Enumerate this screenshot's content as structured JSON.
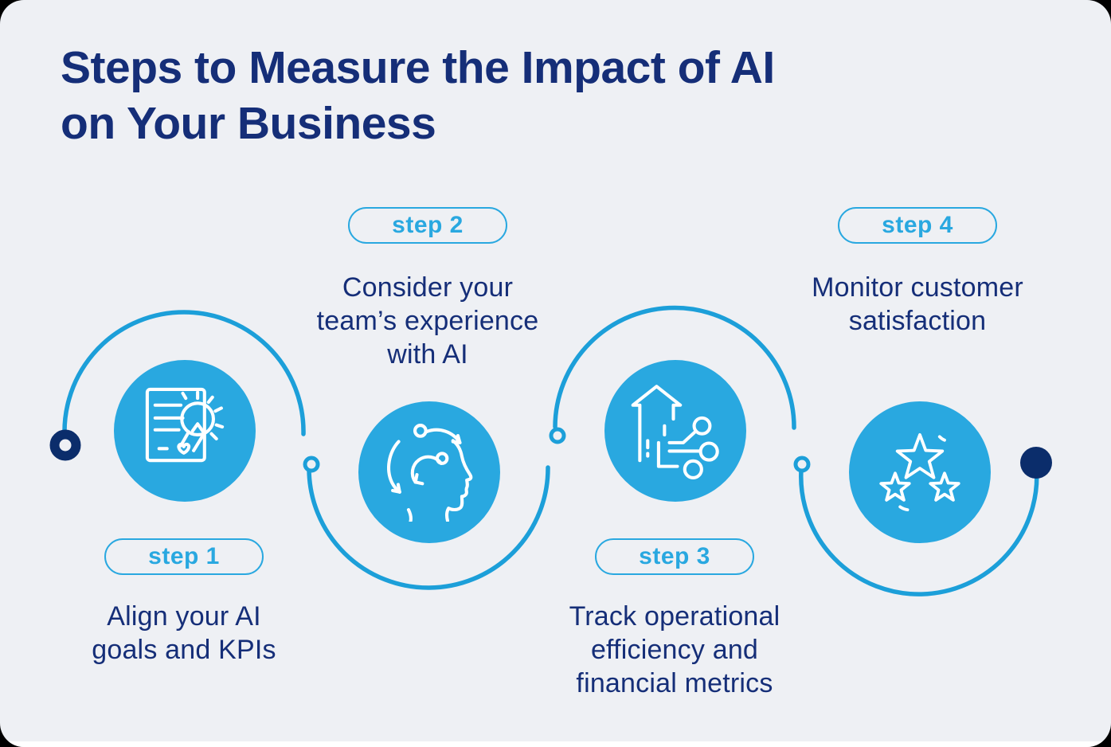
{
  "title": "Steps to Measure the Impact of AI\non Your Business",
  "steps": [
    {
      "badge": "step 1",
      "description": "Align your AI\ngoals and KPIs",
      "icon": "document-pencil-icon"
    },
    {
      "badge": "step 2",
      "description": "Consider your\nteam’s experience\nwith AI",
      "icon": "head-sync-icon"
    },
    {
      "badge": "step 3",
      "description": "Track operational\nefficiency and\nfinancial metrics",
      "icon": "growth-arrow-nodes-icon"
    },
    {
      "badge": "step 4",
      "description": "Monitor customer\nsatisfaction",
      "icon": "three-stars-icon"
    }
  ],
  "connector": {
    "start_marker": "navy-ring-start",
    "end_marker": "navy-dot-end",
    "junctions": 3
  },
  "colors": {
    "background": "#EEF0F4",
    "accent": "#29A8E0",
    "line": "#1C9FD9",
    "navy_text": "#152E78",
    "marker_navy": "#0B2D6B",
    "icon_stroke": "#FFFFFF"
  }
}
